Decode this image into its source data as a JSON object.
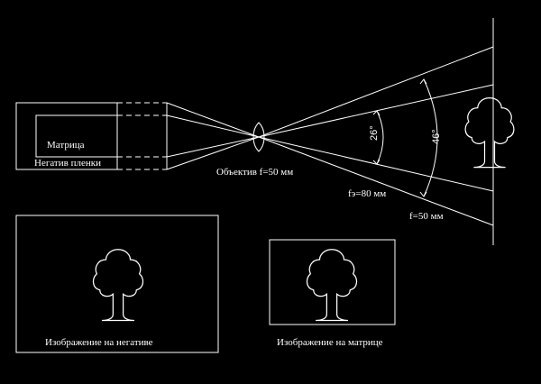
{
  "colors": {
    "background": "#000000",
    "line": "#ffffff"
  },
  "labels": {
    "matrix": "Матрица",
    "film_negative": "Негатив пленки",
    "lens": "Объектив f=50 мм",
    "equiv_focal": "fэ=80 мм",
    "focal": "f=50 мм",
    "angle_small": "26°",
    "angle_large": "46°",
    "image_negative": "Изображение на негативе",
    "image_matrix": "Изображение на матрице"
  },
  "icons": [
    "tree-icon"
  ]
}
